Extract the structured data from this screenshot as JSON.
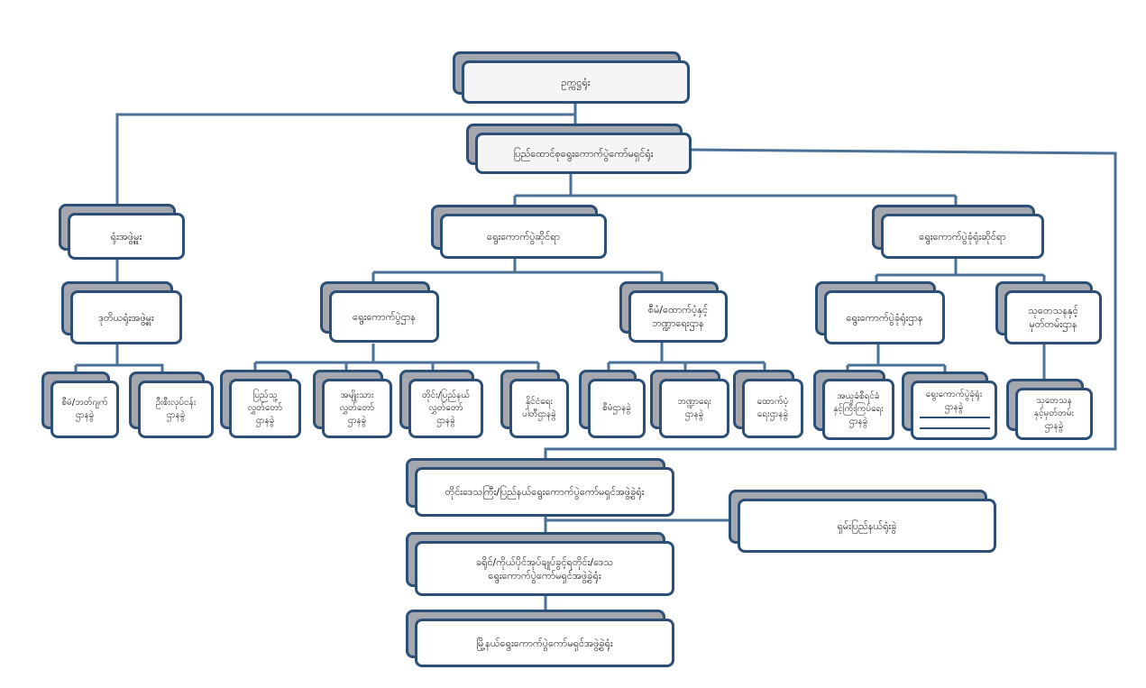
{
  "colors": {
    "line": "#4a7198",
    "border": "#2c4f78",
    "shadow": "#a4a7ad",
    "face": "#ffffff"
  },
  "diagram": {
    "nodes": {
      "ministry": "ဥက္ကဋ္ဌရုံး",
      "director_general": "ပြည်ထောင်စုရွေးကောက်ပွဲကော်မရှင်ရုံး",
      "admin": "ရုံးအဖွဲ့မှူး",
      "admin_sub": "ဒုတိယရုံးအဖွဲ့မှူး",
      "admin_a": [
        "စီမံ/ဘတ်ဂျက်",
        "ဌာနခွဲ"
      ],
      "admin_b": [
        "ဦးစီးလုပ်ငန်း",
        "ဌာနခွဲ"
      ],
      "election": "ရွေးကောက်ပွဲဆိုင်ရာ",
      "election_dept": "ရွေးကောက်ပွဲဌာန",
      "el_a": [
        "ပြည်သူ့",
        "လွှတ်တော်",
        "ဌာနခွဲ"
      ],
      "el_b": [
        "အမျိုးသား",
        "လွှတ်တော်",
        "ဌာနခွဲ"
      ],
      "el_c": [
        "တိုင်း/ပြည်နယ်",
        "လွှတ်တော်",
        "ဌာနခွဲ"
      ],
      "el_d": [
        "နိုင်ငံရေး",
        "ပါတီဌာနခွဲ"
      ],
      "finance_dept": [
        "စီမံ/ထောက်ပံ့နှင့်",
        "ဘဏ္ဍာရေးဌာန"
      ],
      "fin_a": "စီမံဌာနခွဲ",
      "fin_b": [
        "ဘဏ္ဍာရေး",
        "ဌာနခွဲ"
      ],
      "fin_c": [
        "ထောက်ပံ့",
        "ရေးဌာနခွဲ"
      ],
      "tribunal": "ရွေးကောက်ပွဲခုံရုံးဆိုင်ရာ",
      "tribunal_dept": "ရွေးကောက်ပွဲခုံရုံးဌာန",
      "tr_a": [
        "အယူခံစီရင်ခံ",
        "နှင့်ကြီးကြပ်ရေး",
        "ဌာနခွဲ"
      ],
      "tr_b": [
        "ရွေးကောက်ပွဲခုံရုံး",
        "ဌာနခွဲ"
      ],
      "research_dept": [
        "သုတေသနနှင့်",
        "မှတ်တမ်းဌာန"
      ],
      "rs_a": [
        "သုတေသန",
        "နှင့်မှတ်တမ်း",
        "ဌာနခွဲ"
      ],
      "region": "တိုင်းဒေသကြီး/ပြည်နယ်ရွေးကောက်ပွဲကော်မရှင်အဖွဲ့ခွဲရုံး",
      "shan": "ရှမ်းပြည်နယ်ရုံးခွဲ",
      "district": [
        "ခရိုင်/ကိုယ်ပိုင်အုပ်ချုပ်ခွင့်ရတိုင်း/ဒေသ",
        "ရွေးကောက်ပွဲကော်မရှင်အဖွဲ့ခွဲရုံး"
      ],
      "township": "မြို့နယ်ရွေးကောက်ပွဲကော်မရှင်အဖွဲ့ခွဲရုံး"
    }
  }
}
